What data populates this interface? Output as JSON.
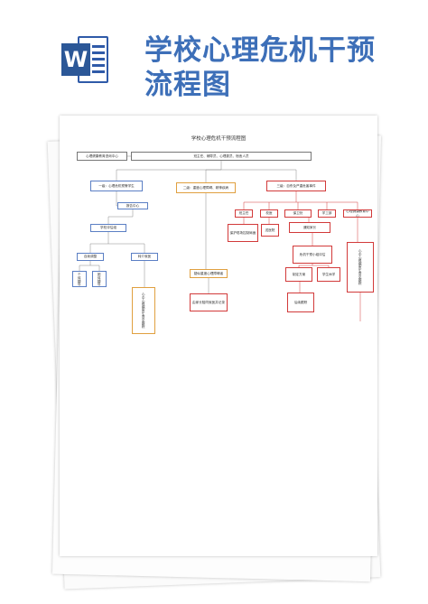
{
  "icon": {
    "name": "word-icon",
    "letter": "W"
  },
  "header": {
    "title_line1": "学校心理危机干预",
    "title_line2": "流程图"
  },
  "document": {
    "title": "学校心理危机干预流程图",
    "nodes": {
      "center": "心理健康教育咨询中心",
      "reporters": "班主任、辅导员、心理委员、宿舍人员",
      "level1": "一级：心理危机预警学生",
      "level2": "二级：重度心理障碍、精神疾病",
      "level3": "三级：自杀及严重危害事件",
      "report": "报告中心",
      "assess": "学校评估组",
      "self": "自我调整",
      "referral": "转介就医",
      "individual": "个体辅导",
      "group": "团体辅导",
      "followup": "心中心根据医生意见跟踪",
      "suspect": "疑似重度心理障碍者",
      "parent": "由家长陪同就医并记录",
      "r1": "班主任",
      "r2": "校医",
      "r3": "保卫处",
      "r4": "学工部",
      "r5": "心理健康教育中心",
      "protect": "保护现场控制局面",
      "hospital": "送医院",
      "notify": "通知家长",
      "intervene": "危机干预小组评估",
      "plan": "制定方案",
      "home": "学生休学",
      "right_tall": "心中心根据医生意见跟踪",
      "bottom": "后续跟踪"
    }
  },
  "colors": {
    "title": "#3d6fb8",
    "icon": "#2b5797",
    "level1": "#5b7fc4",
    "level2": "#e0a040",
    "level3": "#d23a3a"
  }
}
